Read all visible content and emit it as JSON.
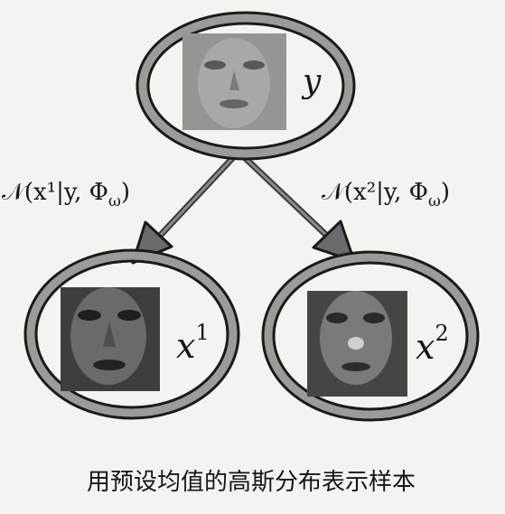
{
  "nodes": {
    "root": {
      "label": "y"
    },
    "left": {
      "label": "x",
      "superscript": "1"
    },
    "right": {
      "label": "x",
      "superscript": "2"
    }
  },
  "edges": {
    "left": {
      "label": "𝒩(x¹|y, Φ",
      "subscript": "ω",
      "close": ")"
    },
    "right": {
      "label": "𝒩(x²|y, Φ",
      "subscript": "ω",
      "close": ")"
    }
  },
  "caption": "用预设均值的高斯分布表示样本",
  "colors": {
    "ring": "#9b9b9b",
    "ring_edge": "#1a1a1a",
    "arrow": "#5a5a5a",
    "ink": "#161616"
  },
  "icons": {
    "root_face": "face-photo-icon",
    "left_face": "face-photo-icon",
    "right_face": "face-photo-icon"
  }
}
